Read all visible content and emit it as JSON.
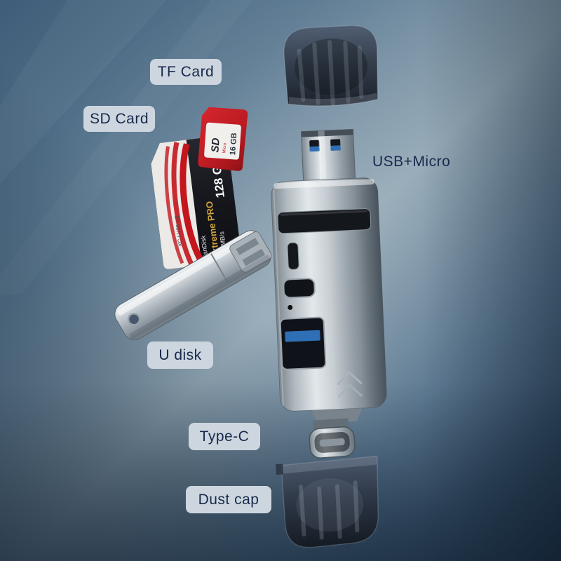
{
  "callouts": {
    "tf": "TF Card",
    "sd": "SD Card",
    "usb_micro": "USB+Micro",
    "u_disk": "U disk",
    "type_c": "Type-C",
    "dust_cap": "Dust cap"
  },
  "sd_card": {
    "brand": "SanDisk",
    "model": "Extreme PRO",
    "speed": "170 MB/s",
    "capacity": "128 GB",
    "marks": "XC I  V30  U3"
  },
  "tf_card": {
    "logo": "SD",
    "micro": "Micro",
    "capacity": "16 GB"
  },
  "colors": {
    "label_bg": "#cdd6df",
    "label_text": "#17294b",
    "accent_blue": "#2f6fb5",
    "card_red": "#c3161d",
    "gold": "#d2a43e"
  }
}
